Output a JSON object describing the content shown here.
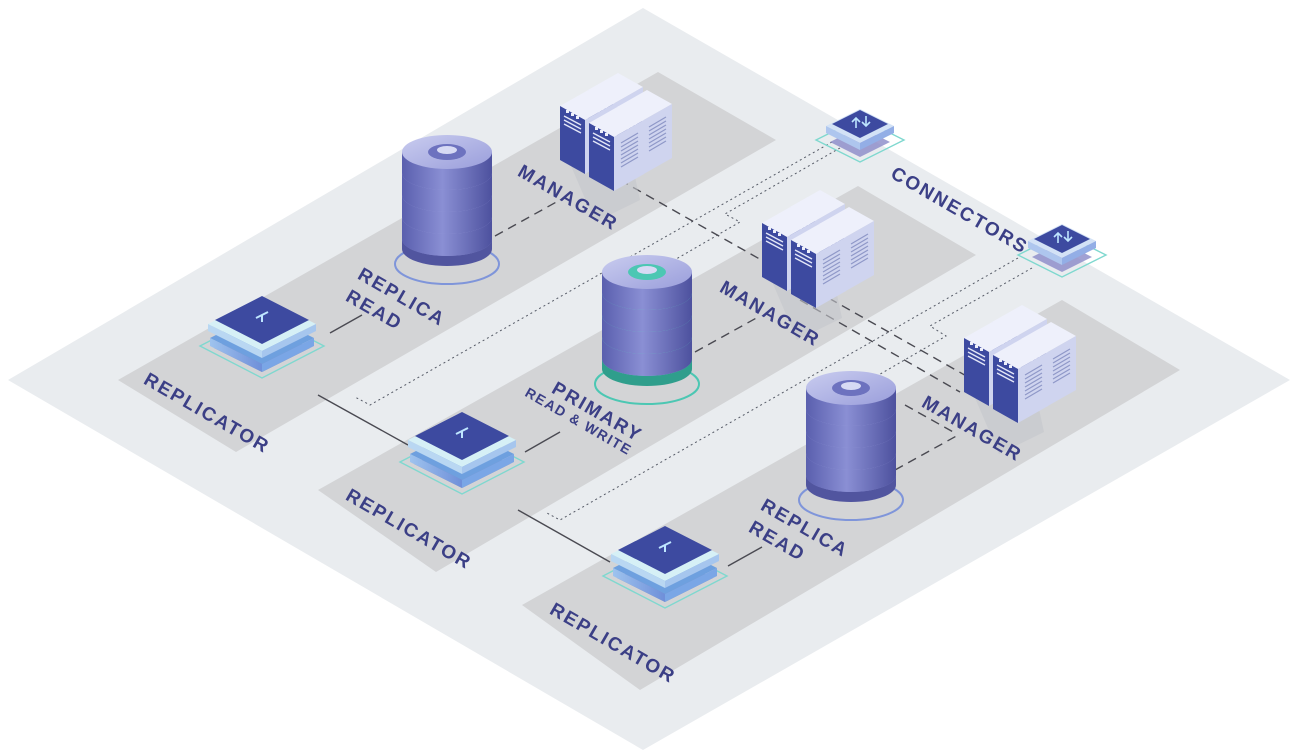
{
  "labels": {
    "manager": "MANAGER",
    "connectors": "CONNECTORS",
    "replicator": "REPLICATOR",
    "replica": "REPLICA",
    "read": "READ",
    "primary": "PRIMARY",
    "read_write": "READ & WRITE"
  },
  "colors": {
    "floor": "#e9ecef",
    "platform": "#d3d4d6",
    "server_front": "#3d4aa0",
    "server_side": "#d8dcf2",
    "db_body": "#6d72bf",
    "db_light": "#b5b9e6",
    "db_teal": "#4cc7b3",
    "label": "#3b3f86",
    "line": "#4a4a52"
  },
  "icons": [
    "database-icon",
    "server-rack-icon",
    "replicator-icon",
    "connector-icon"
  ]
}
